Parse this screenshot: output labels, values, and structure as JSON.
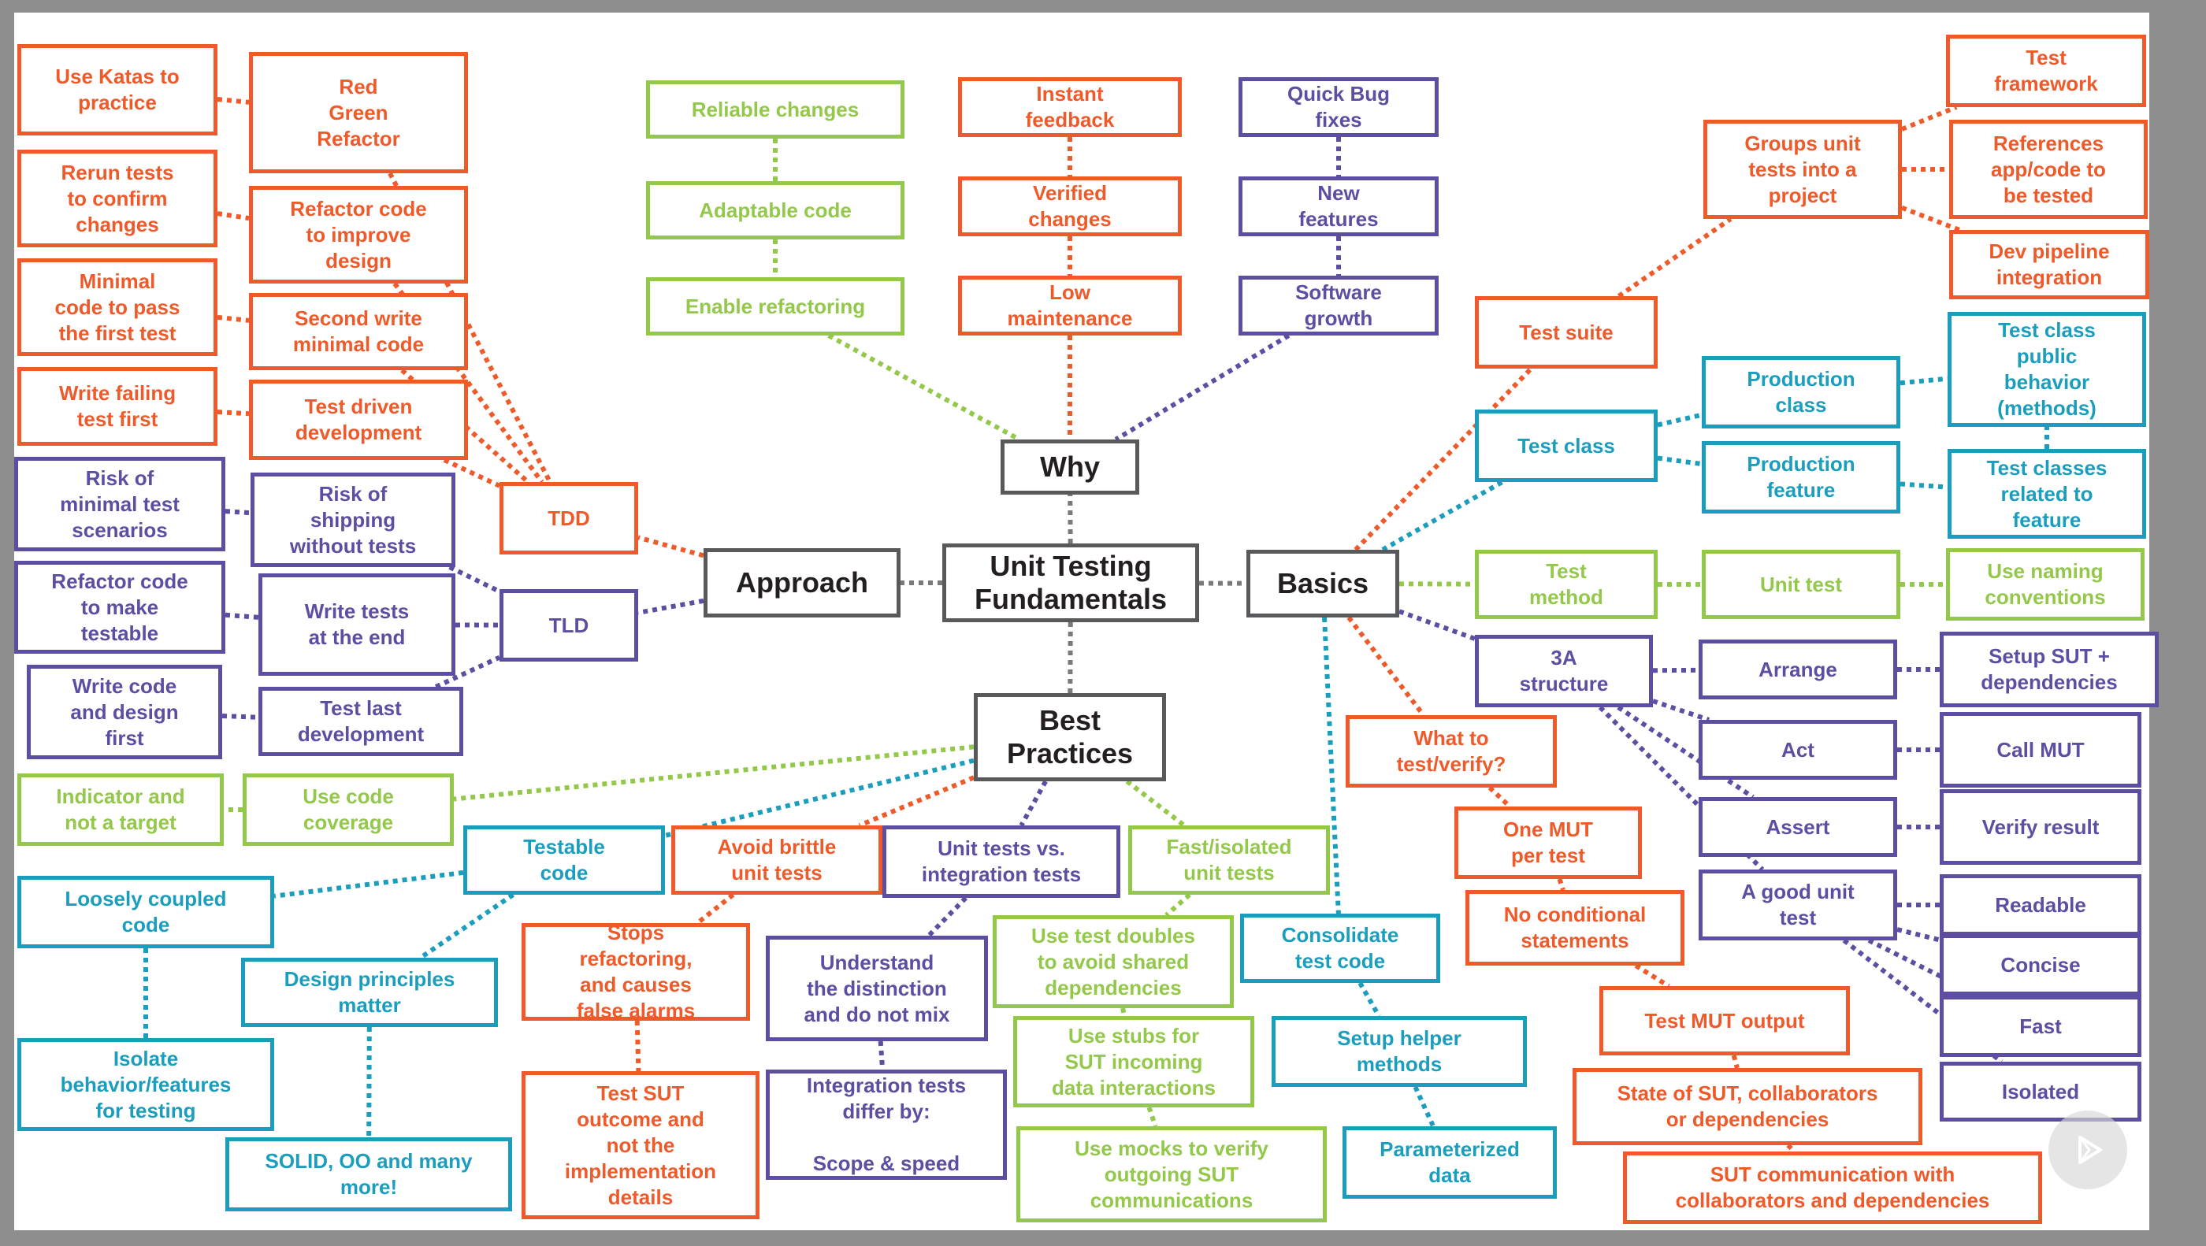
{
  "colors": {
    "orange": "#ef5a2a",
    "green": "#93c84b",
    "blue": "#1b9ebd",
    "purple": "#5e4ea2",
    "gray": "#7a7a7a"
  },
  "diagram": {
    "root": "Unit Testing\nFundamentals",
    "nodes": [
      {
        "id": "root",
        "text": "Unit Testing\nFundamentals",
        "color": "root"
      },
      {
        "id": "why",
        "text": "Why",
        "color": "gray"
      },
      {
        "id": "approach",
        "text": "Approach",
        "color": "gray"
      },
      {
        "id": "basics",
        "text": "Basics",
        "color": "gray"
      },
      {
        "id": "bestpractices",
        "text": "Best\nPractices",
        "color": "gray"
      },
      {
        "id": "reliable",
        "text": "Reliable changes",
        "color": "green"
      },
      {
        "id": "adaptable",
        "text": "Adaptable code",
        "color": "green"
      },
      {
        "id": "enablerefactor",
        "text": "Enable refactoring",
        "color": "green"
      },
      {
        "id": "instant",
        "text": "Instant\nfeedback",
        "color": "orange"
      },
      {
        "id": "verified",
        "text": "Verified\nchanges",
        "color": "orange"
      },
      {
        "id": "lowmaint",
        "text": "Low\nmaintenance",
        "color": "orange"
      },
      {
        "id": "quickbug",
        "text": "Quick Bug\nfixes",
        "color": "purple"
      },
      {
        "id": "newfeat",
        "text": "New\nfeatures",
        "color": "purple"
      },
      {
        "id": "swgrowth",
        "text": "Software\ngrowth",
        "color": "purple"
      },
      {
        "id": "katas",
        "text": "Use Katas to\npractice",
        "color": "orange"
      },
      {
        "id": "rgr",
        "text": "Red\nGreen\nRefactor",
        "color": "orange"
      },
      {
        "id": "rerun",
        "text": "Rerun tests\nto confirm\nchanges",
        "color": "orange"
      },
      {
        "id": "refactorimprove",
        "text": "Refactor code\nto improve\ndesign",
        "color": "orange"
      },
      {
        "id": "minimalcode",
        "text": "Minimal\ncode to pass\nthe first test",
        "color": "orange"
      },
      {
        "id": "secondwrite",
        "text": "Second write\nminimal code",
        "color": "orange"
      },
      {
        "id": "writefailing",
        "text": "Write failing\ntest first",
        "color": "orange"
      },
      {
        "id": "tdddef",
        "text": "Test driven\ndevelopment",
        "color": "orange"
      },
      {
        "id": "tdd",
        "text": "TDD",
        "color": "orange"
      },
      {
        "id": "riskminimal",
        "text": "Risk of\nminimal test\nscenarios",
        "color": "purple"
      },
      {
        "id": "riskshipping",
        "text": "Risk of\nshipping\nwithout tests",
        "color": "purple"
      },
      {
        "id": "refactortestable",
        "text": "Refactor code\nto make\ntestable",
        "color": "purple"
      },
      {
        "id": "writeatend",
        "text": "Write tests\nat the end",
        "color": "purple"
      },
      {
        "id": "writedesign",
        "text": "Write code\nand design\nfirst",
        "color": "purple"
      },
      {
        "id": "testlast",
        "text": "Test last\ndevelopment",
        "color": "purple"
      },
      {
        "id": "tld",
        "text": "TLD",
        "color": "purple"
      },
      {
        "id": "indicator",
        "text": "Indicator and\nnot a target",
        "color": "green"
      },
      {
        "id": "coverage",
        "text": "Use code\ncoverage",
        "color": "green"
      },
      {
        "id": "testable",
        "text": "Testable\ncode",
        "color": "blue"
      },
      {
        "id": "brittle",
        "text": "Avoid brittle\nunit tests",
        "color": "orange"
      },
      {
        "id": "unitvsint",
        "text": "Unit tests vs.\nintegration tests",
        "color": "purple"
      },
      {
        "id": "fastisolated",
        "text": "Fast/isolated\nunit tests",
        "color": "green"
      },
      {
        "id": "looselycoupled",
        "text": "Loosely coupled\ncode",
        "color": "blue"
      },
      {
        "id": "designprinciples",
        "text": "Design principles\nmatter",
        "color": "blue"
      },
      {
        "id": "isolatebehavior",
        "text": "Isolate\nbehavior/features\nfor testing",
        "color": "blue"
      },
      {
        "id": "solid",
        "text": "SOLID, OO and many\nmore!",
        "color": "blue"
      },
      {
        "id": "stopsrefactor",
        "text": "Stops\nrefactoring,\nand causes\nfalse alarms",
        "color": "orange"
      },
      {
        "id": "testsutoutcome",
        "text": "Test SUT\noutcome and\nnot the\nimplementation\ndetails",
        "color": "orange"
      },
      {
        "id": "understand",
        "text": "Understand\nthe distinction\nand do not mix",
        "color": "purple"
      },
      {
        "id": "intdiffer",
        "text": "Integration tests\ndiffer by:\n\nScope & speed",
        "color": "purple"
      },
      {
        "id": "doubles",
        "text": "Use test doubles\nto avoid shared\ndependencies",
        "color": "green"
      },
      {
        "id": "stubs",
        "text": "Use stubs for\nSUT incoming\ndata interactions",
        "color": "green"
      },
      {
        "id": "mocks",
        "text": "Use mocks to verify\noutgoing SUT\ncommunications",
        "color": "green"
      },
      {
        "id": "consolidate",
        "text": "Consolidate\ntest code",
        "color": "blue"
      },
      {
        "id": "setuphelper",
        "text": "Setup helper\nmethods",
        "color": "blue"
      },
      {
        "id": "parameterized",
        "text": "Parameterized\ndata",
        "color": "blue"
      },
      {
        "id": "testframework",
        "text": "Test\nframework",
        "color": "orange"
      },
      {
        "id": "groups",
        "text": "Groups unit\ntests into a\nproject",
        "color": "orange"
      },
      {
        "id": "references",
        "text": "References\napp/code to\nbe tested",
        "color": "orange"
      },
      {
        "id": "devpipeline",
        "text": "Dev pipeline\nintegration",
        "color": "orange"
      },
      {
        "id": "testsuite",
        "text": "Test suite",
        "color": "orange"
      },
      {
        "id": "testclasspublic",
        "text": "Test class\npublic\nbehavior\n(methods)",
        "color": "blue"
      },
      {
        "id": "prodclass",
        "text": "Production\nclass",
        "color": "blue"
      },
      {
        "id": "testclass",
        "text": "Test class",
        "color": "blue"
      },
      {
        "id": "prodfeature",
        "text": "Production\nfeature",
        "color": "blue"
      },
      {
        "id": "testclassesrelated",
        "text": "Test classes\nrelated to\nfeature",
        "color": "blue"
      },
      {
        "id": "testmethod",
        "text": "Test\nmethod",
        "color": "green"
      },
      {
        "id": "unittest",
        "text": "Unit test",
        "color": "green"
      },
      {
        "id": "naming",
        "text": "Use naming\nconventions",
        "color": "green"
      },
      {
        "id": "threea",
        "text": "3A\nstructure",
        "color": "purple"
      },
      {
        "id": "arrange",
        "text": "Arrange",
        "color": "purple"
      },
      {
        "id": "setupsut",
        "text": "Setup SUT +\ndependencies",
        "color": "purple"
      },
      {
        "id": "act",
        "text": "Act",
        "color": "purple"
      },
      {
        "id": "callmut",
        "text": "Call MUT",
        "color": "purple"
      },
      {
        "id": "assert",
        "text": "Assert",
        "color": "purple"
      },
      {
        "id": "verifyresult",
        "text": "Verify result",
        "color": "purple"
      },
      {
        "id": "goodunit",
        "text": "A good unit\ntest",
        "color": "purple"
      },
      {
        "id": "readable",
        "text": "Readable",
        "color": "purple"
      },
      {
        "id": "concise",
        "text": "Concise",
        "color": "purple"
      },
      {
        "id": "fast",
        "text": "Fast",
        "color": "purple"
      },
      {
        "id": "isolated",
        "text": "Isolated",
        "color": "purple"
      },
      {
        "id": "whattotest",
        "text": "What to\ntest/verify?",
        "color": "orange"
      },
      {
        "id": "onemut",
        "text": "One MUT\nper test",
        "color": "orange"
      },
      {
        "id": "noconditional",
        "text": "No conditional\nstatements",
        "color": "orange"
      },
      {
        "id": "testmutoutput",
        "text": "Test MUT output",
        "color": "orange"
      },
      {
        "id": "stateofsut",
        "text": "State of SUT, collaborators\nor dependencies",
        "color": "orange"
      },
      {
        "id": "sutcomm",
        "text": "SUT communication with\ncollaborators and dependencies",
        "color": "orange"
      }
    ],
    "edges": [
      [
        "root",
        "why",
        "gray"
      ],
      [
        "root",
        "approach",
        "gray"
      ],
      [
        "root",
        "basics",
        "gray"
      ],
      [
        "root",
        "bestpractices",
        "gray"
      ],
      [
        "reliable",
        "adaptable",
        "green"
      ],
      [
        "adaptable",
        "enablerefactor",
        "green"
      ],
      [
        "enablerefactor",
        "why",
        "green"
      ],
      [
        "instant",
        "verified",
        "orange"
      ],
      [
        "verified",
        "lowmaint",
        "orange"
      ],
      [
        "lowmaint",
        "why",
        "orange"
      ],
      [
        "quickbug",
        "newfeat",
        "purple"
      ],
      [
        "newfeat",
        "swgrowth",
        "purple"
      ],
      [
        "swgrowth",
        "why",
        "purple"
      ],
      [
        "approach",
        "tdd",
        "orange"
      ],
      [
        "approach",
        "tld",
        "purple"
      ],
      [
        "katas",
        "rgr",
        "orange"
      ],
      [
        "rgr",
        "tdd",
        "orange"
      ],
      [
        "rerun",
        "refactorimprove",
        "orange"
      ],
      [
        "refactorimprove",
        "tdd",
        "orange"
      ],
      [
        "minimalcode",
        "secondwrite",
        "orange"
      ],
      [
        "secondwrite",
        "tdd",
        "orange"
      ],
      [
        "writefailing",
        "tdddef",
        "orange"
      ],
      [
        "tdddef",
        "tdd",
        "orange"
      ],
      [
        "riskminimal",
        "riskshipping",
        "purple"
      ],
      [
        "riskshipping",
        "tld",
        "purple"
      ],
      [
        "refactortestable",
        "writeatend",
        "purple"
      ],
      [
        "writeatend",
        "tld",
        "purple"
      ],
      [
        "writedesign",
        "testlast",
        "purple"
      ],
      [
        "testlast",
        "tld",
        "purple"
      ],
      [
        "bestpractices",
        "coverage",
        "green"
      ],
      [
        "coverage",
        "indicator",
        "green"
      ],
      [
        "bestpractices",
        "testable",
        "blue"
      ],
      [
        "bestpractices",
        "brittle",
        "orange"
      ],
      [
        "bestpractices",
        "unitvsint",
        "purple"
      ],
      [
        "bestpractices",
        "fastisolated",
        "green"
      ],
      [
        "testable",
        "looselycoupled",
        "blue"
      ],
      [
        "testable",
        "designprinciples",
        "blue"
      ],
      [
        "looselycoupled",
        "isolatebehavior",
        "blue"
      ],
      [
        "designprinciples",
        "solid",
        "blue"
      ],
      [
        "brittle",
        "stopsrefactor",
        "orange"
      ],
      [
        "stopsrefactor",
        "testsutoutcome",
        "orange"
      ],
      [
        "unitvsint",
        "understand",
        "purple"
      ],
      [
        "understand",
        "intdiffer",
        "purple"
      ],
      [
        "fastisolated",
        "doubles",
        "green"
      ],
      [
        "doubles",
        "stubs",
        "green"
      ],
      [
        "stubs",
        "mocks",
        "green"
      ],
      [
        "basics",
        "consolidate",
        "blue"
      ],
      [
        "consolidate",
        "setuphelper",
        "blue"
      ],
      [
        "setuphelper",
        "parameterized",
        "blue"
      ],
      [
        "basics",
        "testsuite",
        "orange"
      ],
      [
        "testsuite",
        "groups",
        "orange"
      ],
      [
        "groups",
        "testframework",
        "orange"
      ],
      [
        "groups",
        "references",
        "orange"
      ],
      [
        "groups",
        "devpipeline",
        "orange"
      ],
      [
        "basics",
        "testclass",
        "blue"
      ],
      [
        "testclass",
        "prodclass",
        "blue"
      ],
      [
        "testclass",
        "prodfeature",
        "blue"
      ],
      [
        "prodclass",
        "testclasspublic",
        "blue"
      ],
      [
        "prodfeature",
        "testclassesrelated",
        "blue"
      ],
      [
        "testclassesrelated",
        "testclasspublic",
        "blue"
      ],
      [
        "basics",
        "testmethod",
        "green"
      ],
      [
        "testmethod",
        "unittest",
        "green"
      ],
      [
        "unittest",
        "naming",
        "green"
      ],
      [
        "basics",
        "threea",
        "purple"
      ],
      [
        "threea",
        "arrange",
        "purple"
      ],
      [
        "threea",
        "act",
        "purple"
      ],
      [
        "threea",
        "assert",
        "purple"
      ],
      [
        "threea",
        "goodunit",
        "purple"
      ],
      [
        "arrange",
        "setupsut",
        "purple"
      ],
      [
        "act",
        "callmut",
        "purple"
      ],
      [
        "assert",
        "verifyresult",
        "purple"
      ],
      [
        "goodunit",
        "readable",
        "purple"
      ],
      [
        "goodunit",
        "concise",
        "purple"
      ],
      [
        "goodunit",
        "fast",
        "purple"
      ],
      [
        "goodunit",
        "isolated",
        "purple"
      ],
      [
        "basics",
        "whattotest",
        "orange"
      ],
      [
        "whattotest",
        "onemut",
        "orange"
      ],
      [
        "onemut",
        "noconditional",
        "orange"
      ],
      [
        "noconditional",
        "testmutoutput",
        "orange"
      ],
      [
        "testmutoutput",
        "stateofsut",
        "orange"
      ],
      [
        "stateofsut",
        "sutcomm",
        "orange"
      ]
    ]
  },
  "player": {
    "icon": "play-icon"
  }
}
